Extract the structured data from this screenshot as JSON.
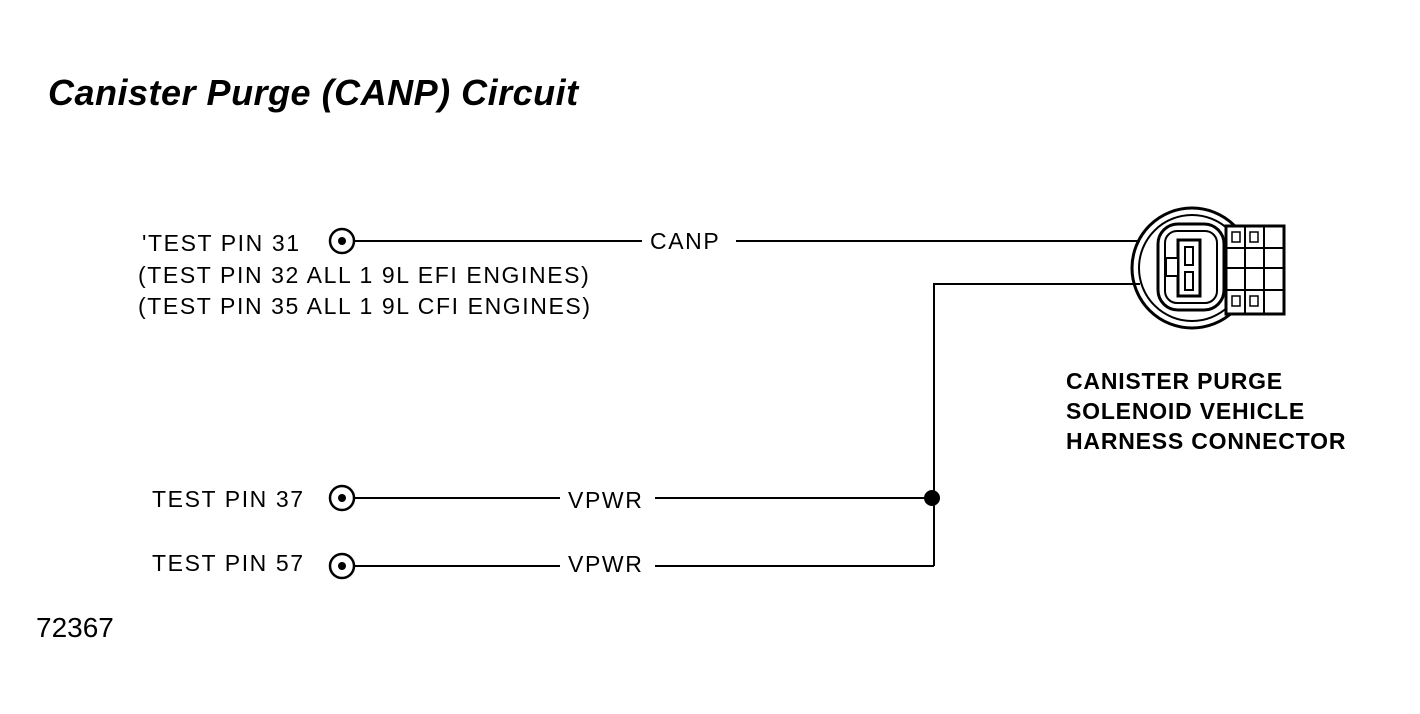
{
  "title": "Canister Purge (CANP) Circuit",
  "test_pins": {
    "pin31": "'TEST PIN 31",
    "pin31_note_1": "(TEST PIN 32 ALL 1 9L EFI ENGINES)",
    "pin31_note_2": "(TEST PIN 35 ALL 1 9L CFI ENGINES)",
    "pin37": "TEST PIN 37",
    "pin57": "TEST PIN 57"
  },
  "wires": {
    "canp": "CANP",
    "vpwr_1": "VPWR",
    "vpwr_2": "VPWR"
  },
  "connector": {
    "caption_line1": "CANISTER PURGE",
    "caption_line2": "SOLENOID VEHICLE",
    "caption_line3": "HARNESS CONNECTOR"
  },
  "figure_number": "72367"
}
